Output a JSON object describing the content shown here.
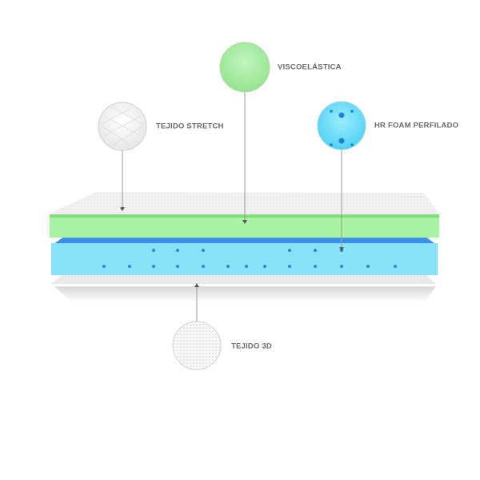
{
  "callouts": [
    {
      "id": "tejido-stretch",
      "label": "TEJIDO STRETCH"
    },
    {
      "id": "viscoelastica",
      "label": "VISCOELÁSTICA"
    },
    {
      "id": "hr-foam",
      "label": "HR FOAM PERFILADO"
    },
    {
      "id": "tejido-3d",
      "label": "TEJIDO 3D"
    }
  ],
  "colors": {
    "green": "#a9f3a4",
    "blue": "#86e3f6",
    "label": "#6a6a6a",
    "line": "#9a9a9a"
  }
}
